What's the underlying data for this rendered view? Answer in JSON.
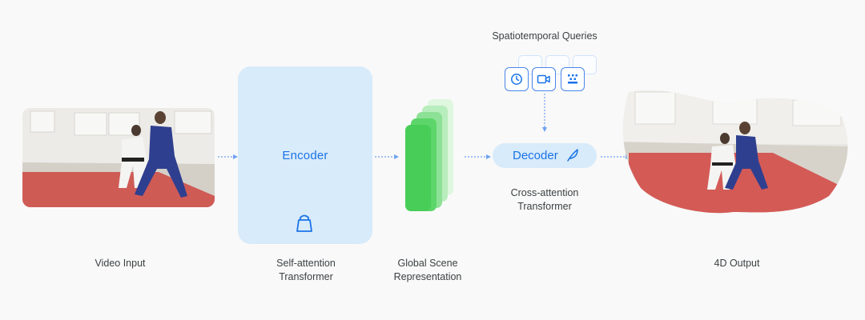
{
  "video_input": {
    "label": "Video Input"
  },
  "encoder": {
    "label": "Encoder",
    "caption_line1": "Self-attention",
    "caption_line2": "Transformer",
    "icon": "shopping-bag-icon"
  },
  "scene_representation": {
    "caption_line1": "Global Scene",
    "caption_line2": "Representation"
  },
  "queries": {
    "title": "Spatiotemporal Queries",
    "icons": [
      "clock-icon",
      "video-camera-icon",
      "pixel-grid-icon"
    ]
  },
  "decoder": {
    "label": "Decoder",
    "caption_line1": "Cross-attention",
    "caption_line2": "Transformer",
    "icon": "feather-icon"
  },
  "output": {
    "label": "4D Output"
  },
  "colors": {
    "background": "#f9f9f9",
    "accent_blue": "#1a73e8",
    "box_fill": "#d8ebfa",
    "feature_green": "#5cd66a",
    "mat_red": "#d95a56"
  }
}
